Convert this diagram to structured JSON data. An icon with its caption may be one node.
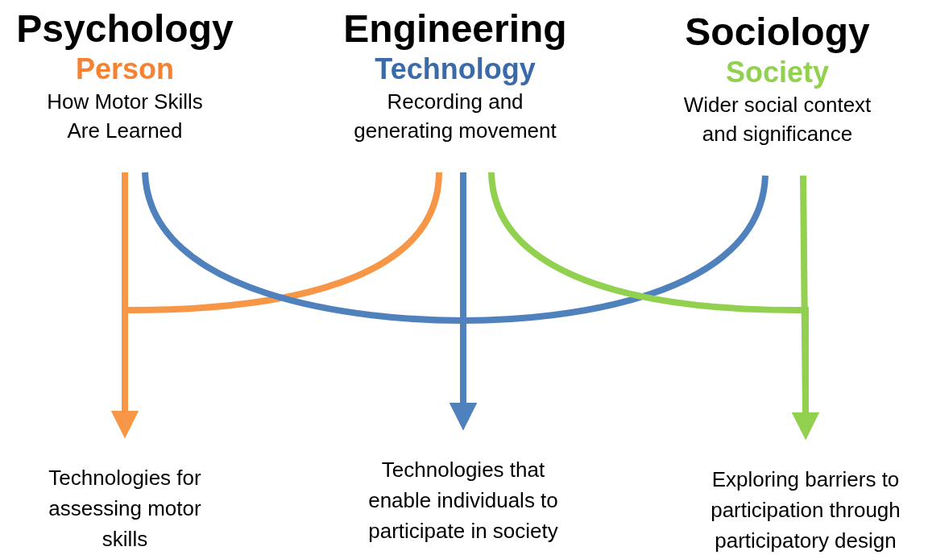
{
  "diagram": {
    "nodes": [
      {
        "text": [
          "Psychology",
          "Person",
          "How Motor Skills Are Learned"
        ]
      },
      {
        "text": [
          "Engineering",
          "Technology",
          "Recording and generating movement"
        ]
      },
      {
        "text": [
          "Sociology",
          "Society",
          "Wider social context and significance"
        ]
      },
      {
        "text": [
          "Technologies for assessing motor skills"
        ]
      },
      {
        "text": [
          "Technologies that enable individuals to participate in society"
        ]
      },
      {
        "text": [
          "Exploring barriers to participation through participatory design"
        ]
      }
    ],
    "edges": [
      {
        "from": 0,
        "to": 3,
        "arrow": "to",
        "color": "#f79646"
      },
      {
        "from": 1,
        "to": 3,
        "arrow": "to",
        "color": "#f79646"
      },
      {
        "from": 0,
        "to": 4,
        "arrow": "to",
        "color": "#4f81bd"
      },
      {
        "from": 2,
        "to": 4,
        "arrow": "to",
        "color": "#4f81bd"
      },
      {
        "from": 1,
        "to": 4,
        "arrow": "to",
        "color": "#4f81bd"
      },
      {
        "from": 1,
        "to": 5,
        "arrow": "to",
        "color": "#92d050"
      },
      {
        "from": 2,
        "to": 5,
        "arrow": "to",
        "color": "#92d050"
      }
    ]
  }
}
